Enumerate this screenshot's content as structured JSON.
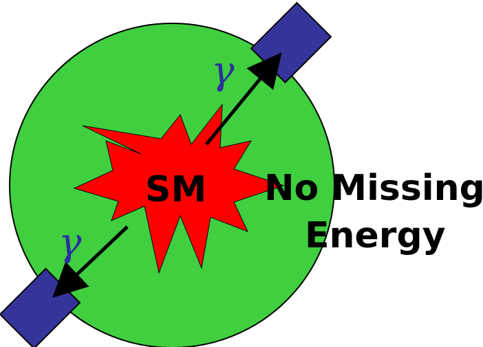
{
  "diagram": {
    "center_label": "SM",
    "side_label_line1": "No Missing",
    "side_label_line2": "Energy",
    "photon_top_label": "γ",
    "photon_bottom_label": "γ"
  },
  "colors": {
    "detector_fill": "#3fcf3f",
    "detector_stroke": "#000000",
    "burst_fill": "#ff0000",
    "calorimeter_fill": "#34349a",
    "arrow": "#000000",
    "gamma_text": "#2b2f9f"
  },
  "icons": {
    "burst": "explosion-star",
    "calorimeter": "rotated-rectangle"
  }
}
